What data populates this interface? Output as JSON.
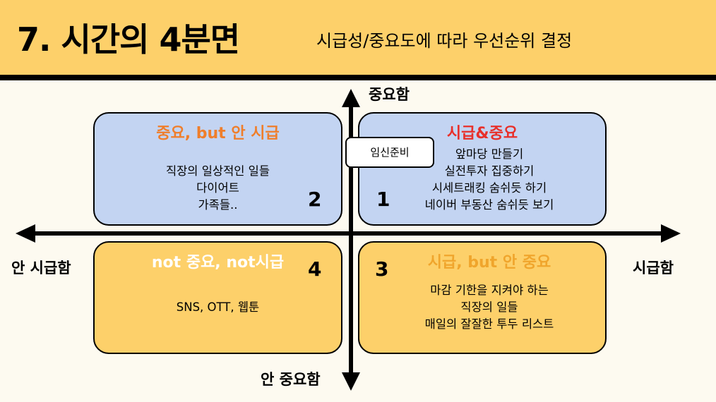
{
  "header": {
    "title": "7. 시간의 4분면",
    "subtitle": "시급성/중요도에 따라 우선순위 결정"
  },
  "axes": {
    "top": "중요함",
    "bottom": "안 중요함",
    "left": "안 시급함",
    "right": "시급함"
  },
  "note": "임신준비",
  "quadrants": [
    {
      "number": "1",
      "title": "시급&중요",
      "title_color": "#e8302a",
      "lines": [
        "앞마당 만들기",
        "실전투자 집중하기",
        "시세트래킹 숨쉬듯 하기",
        "네이버 부동산 숨쉬듯 보기"
      ]
    },
    {
      "number": "2",
      "title": "중요, but 안 시급",
      "title_color": "#ef7e2b",
      "lines": [
        "직장의 일상적인 일들",
        "다이어트",
        "가족들.."
      ]
    },
    {
      "number": "3",
      "title": "시급, but 안 중요",
      "title_color": "#f0a52c",
      "lines": [
        "마감 기한을 지켜야 하는",
        "직장의 일들",
        "매일의 잘잘한 투두 리스트"
      ]
    },
    {
      "number": "4",
      "title": "not 중요, not시급",
      "title_color": "#ffffff",
      "lines": [
        "SNS, OTT, 웹툰"
      ]
    }
  ],
  "colors": {
    "header_bg": "#fdd06a",
    "page_bg": "#fdfaf0",
    "blue_box": "#c3d4f2",
    "yellow_box": "#fdd06a"
  }
}
